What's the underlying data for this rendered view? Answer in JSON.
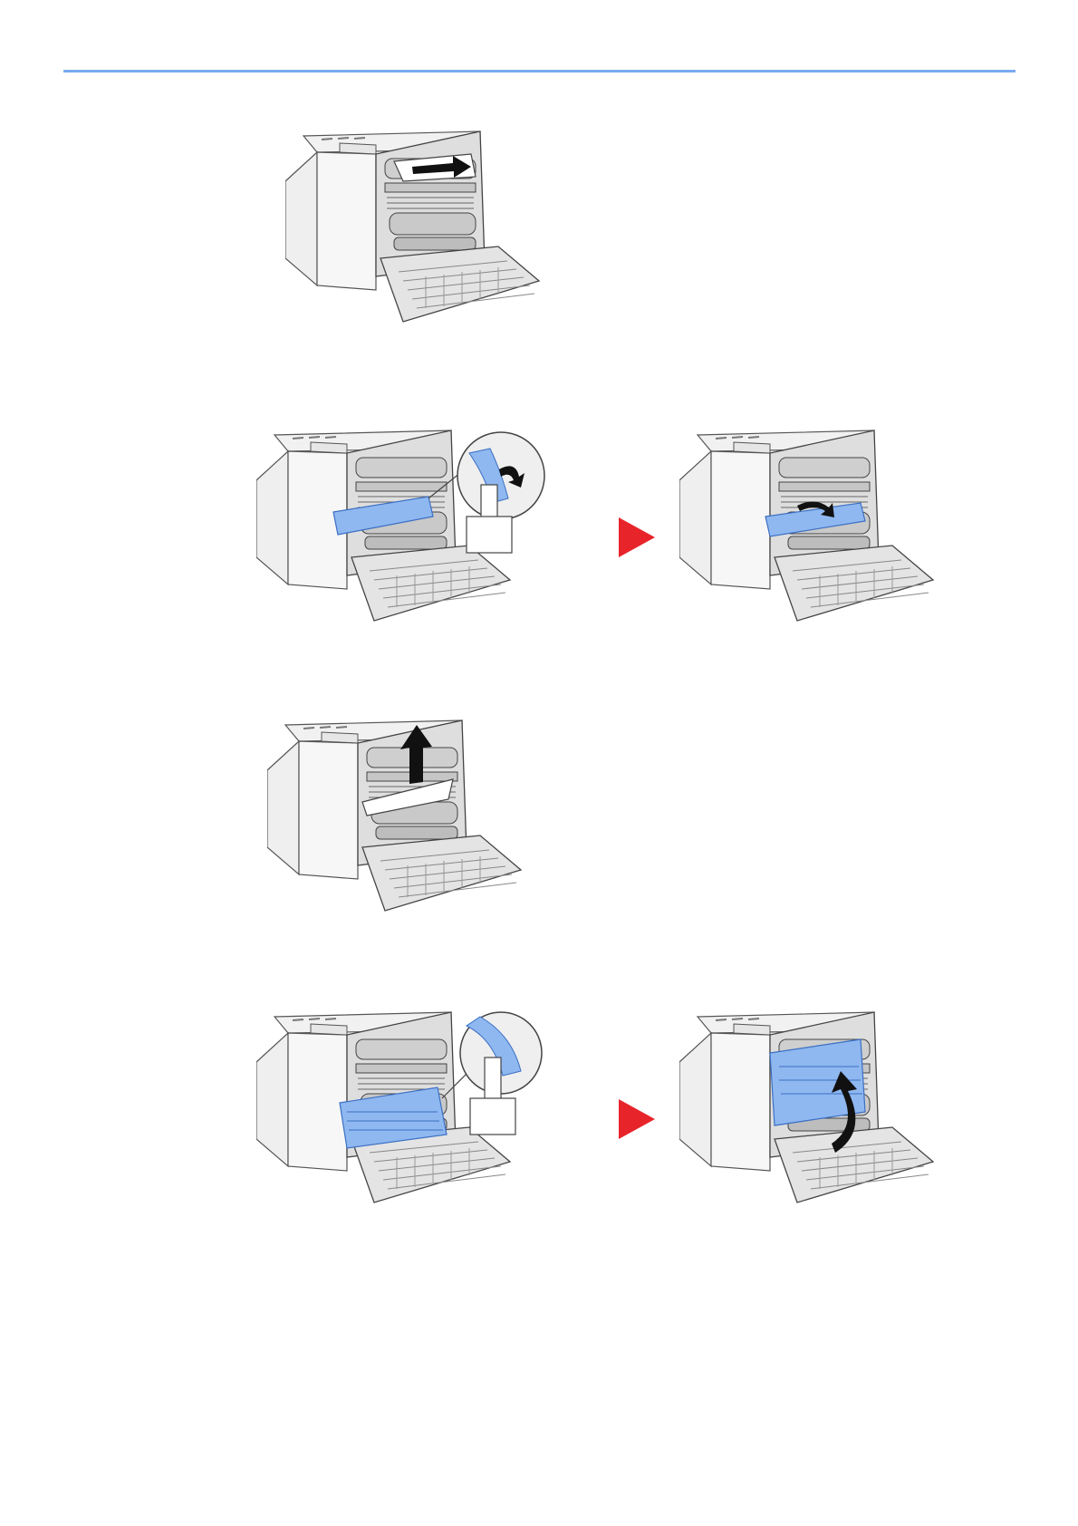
{
  "page": {
    "header_rule_color": "#7aaaf0",
    "accent_color": "#e8242b",
    "highlight_color": "#8fb8f0"
  },
  "steps": [
    {
      "id": "step-1",
      "figures": [
        {
          "icon": "pull-paper-out-of-fuser-area"
        }
      ]
    },
    {
      "id": "step-2",
      "figures": [
        {
          "icon": "open-feed-guide-lever-zoom"
        },
        {
          "icon": "feed-guide-lowered"
        }
      ],
      "has_next_arrow": true
    },
    {
      "id": "step-3",
      "figures": [
        {
          "icon": "pull-paper-upward"
        }
      ]
    },
    {
      "id": "step-4",
      "figures": [
        {
          "icon": "duplex-unit-lever-zoom"
        },
        {
          "icon": "duplex-unit-raised"
        }
      ],
      "has_next_arrow": true
    }
  ]
}
